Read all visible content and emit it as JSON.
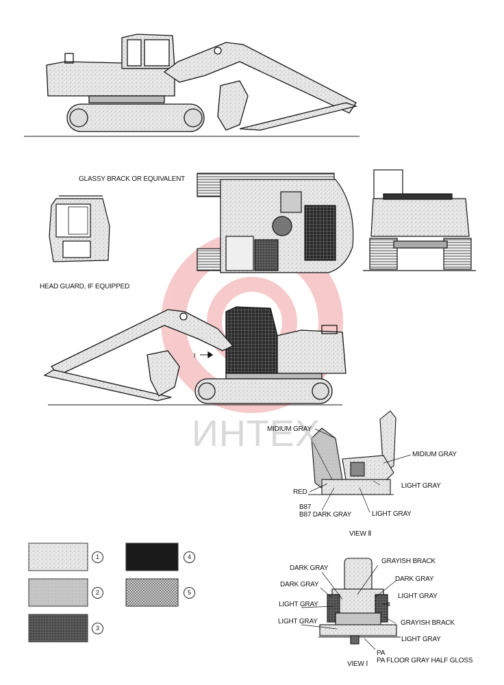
{
  "labels": {
    "glassy": "GLASSY BRACK OR EQUIVALENT",
    "head_guard": "HEAD GUARD, IF EQUIPPED",
    "i_arrow": "I",
    "view2": {
      "midium_gray_top": "MIDIUM GRAY",
      "midium_gray_right": "MIDIUM GRAY",
      "light_gray_1": "LIGHT GRAY",
      "red": "RED",
      "b87": "B87",
      "b87_dark": "B87 DARK GRAY",
      "light_gray_2": "LIGHT GRAY",
      "title": "VIEW Ⅱ"
    },
    "view1": {
      "grayish_brack_top": "GRAYISH BRACK",
      "dark_gray_1": "DARK GRAY",
      "dark_gray_2": "DARK GRAY",
      "dark_gray_3": "DARK GRAY",
      "light_gray_right": "LIGHT GRAY",
      "light_gray_left_1": "LIGHT GRAY",
      "light_gray_left_2": "LIGHT GRAY",
      "grayish_brack_bottom": "GRAYISH BRACK",
      "light_gray_bottom": "LIGHT GRAY",
      "pa": "PA",
      "pa_floor": "PA FLOOR GRAY HALF GLOSS",
      "ii_mark": "Ⅱ",
      "title": "VIEW Ⅰ"
    }
  },
  "legend": [
    {
      "number": "1",
      "pattern": "light-speckle"
    },
    {
      "number": "2",
      "pattern": "medium-gray"
    },
    {
      "number": "3",
      "pattern": "dark-speckle"
    },
    {
      "number": "4",
      "pattern": "black"
    },
    {
      "number": "5",
      "pattern": "crosshatch"
    }
  ],
  "watermark": "ИНТЕХ",
  "colors": {
    "watermark_red": "#e86a6a",
    "watermark_gray": "#bdbdbd"
  }
}
